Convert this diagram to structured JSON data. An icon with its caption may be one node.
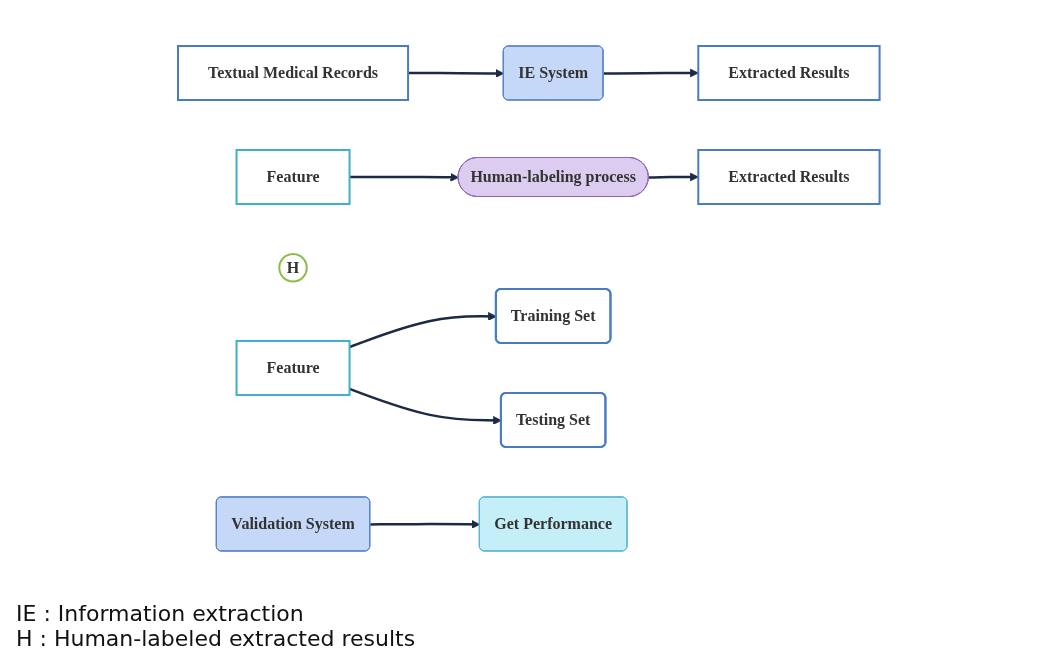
{
  "diagram": {
    "nodes": [
      {
        "text": [
          "Textual Medical Records"
        ]
      },
      {
        "text": [
          "IE System"
        ]
      },
      {
        "text": [
          "Extracted Results"
        ]
      },
      {
        "text": [
          "Feature"
        ]
      },
      {
        "text": [
          "Human-labeling process"
        ]
      },
      {
        "text": [
          "H"
        ]
      },
      {
        "text": [
          "Extracted Results"
        ]
      },
      {
        "text": [
          "Feature"
        ]
      },
      {
        "text": [
          "Training Set"
        ]
      },
      {
        "text": [
          "Validation System"
        ]
      },
      {
        "text": [
          "Testing Set"
        ]
      },
      {
        "text": [
          "Get Performance"
        ]
      }
    ],
    "edges": [
      {
        "from": 0,
        "to": 1,
        "arrow": "to"
      },
      {
        "from": 1,
        "to": 2,
        "arrow": "to"
      },
      {
        "from": 3,
        "to": 4,
        "arrow": "to"
      },
      {
        "from": 4,
        "to": 6,
        "arrow": "to"
      },
      {
        "from": 7,
        "to": 8,
        "arrow": "to"
      },
      {
        "from": 7,
        "to": 10,
        "arrow": "to"
      },
      {
        "from": 9,
        "to": 11,
        "arrow": "to"
      }
    ],
    "labels": [
      "IE : Information extraction",
      "H : Human-labeled extracted results"
    ]
  }
}
